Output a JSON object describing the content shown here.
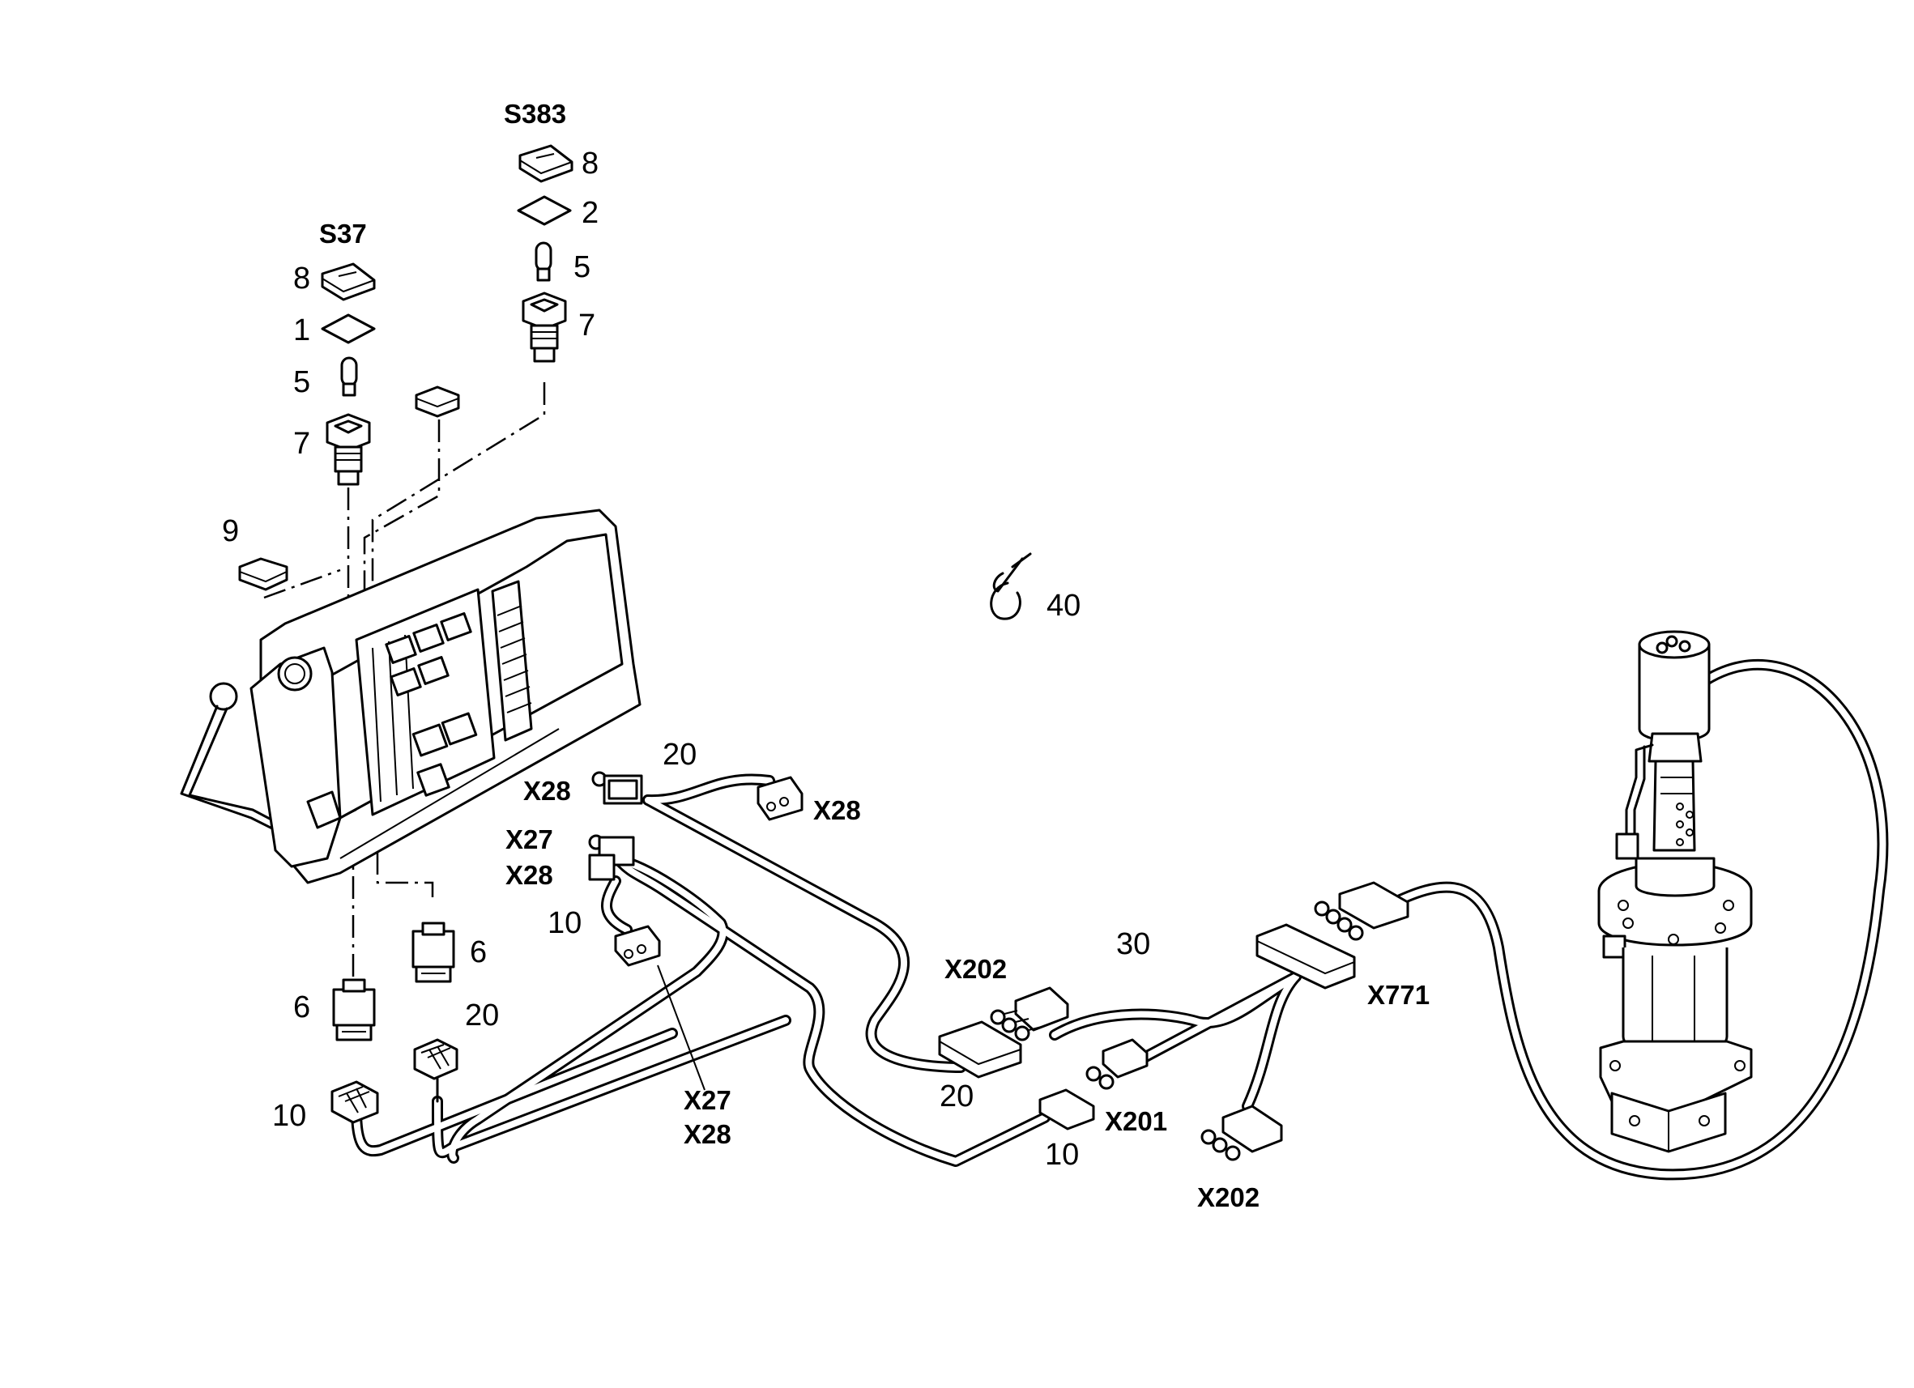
{
  "diagram": {
    "switch_groups": [
      {
        "name": "S383",
        "items": [
          "8",
          "2",
          "5",
          "7"
        ]
      },
      {
        "name": "S37",
        "items": [
          "8",
          "1",
          "5",
          "7"
        ]
      }
    ],
    "labels": {
      "item_9": "9",
      "item_40": "40",
      "item_6_a": "6",
      "item_6_b": "6",
      "item_20_harness": "20",
      "item_20_plug": "20",
      "item_20_connector": "20",
      "item_10_plug": "10",
      "item_10_connector": "10",
      "item_10_branch": "10",
      "item_30": "30",
      "x28_top": "X28",
      "x28_right": "X28",
      "x27_x28_top": [
        "X27",
        "X28"
      ],
      "x27_x28_bottom": [
        "X27",
        "X28"
      ],
      "x202_top": "X202",
      "x202_bottom": "X202",
      "x201": "X201",
      "x771": "X771"
    }
  }
}
